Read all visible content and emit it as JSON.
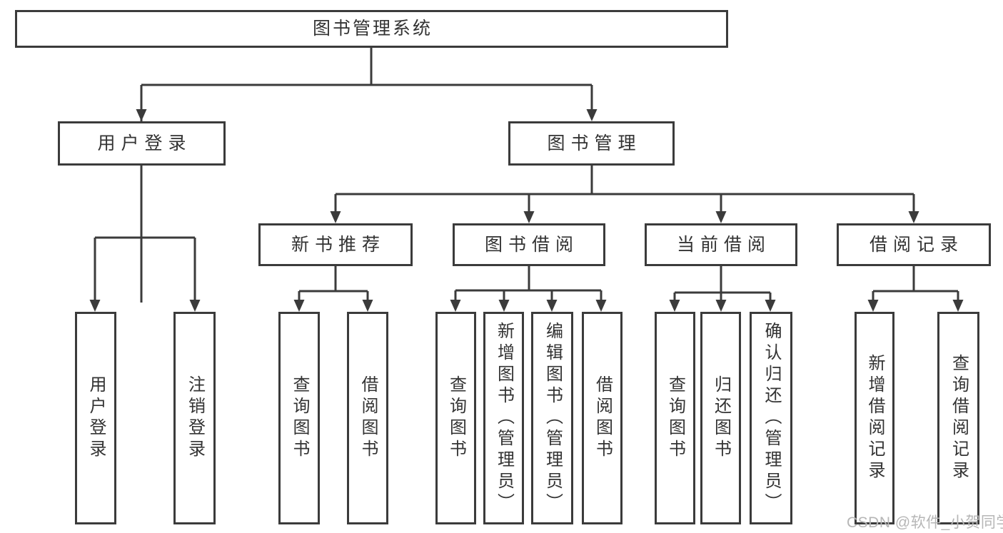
{
  "diagram": {
    "title": "图书管理系统",
    "level2": [
      "用户登录",
      "图书管理"
    ],
    "level3": [
      "新书推荐",
      "图书借阅",
      "当前借阅",
      "借阅记录"
    ],
    "leaves": {
      "user_login": [
        "用户登录",
        "注销登录"
      ],
      "new_book": [
        "查询图书",
        "借阅图书"
      ],
      "book_borrow": [
        "查询图书",
        "新增图书（管理员）",
        "编辑图书（管理员）",
        "借阅图书"
      ],
      "current_borrow": [
        "查询图书",
        "归还图书",
        "确认归还（管理员）"
      ],
      "borrow_record": [
        "新增借阅记录",
        "查询借阅记录"
      ]
    }
  },
  "watermark": "CSDN @软件_小贺同学",
  "colors": {
    "line": "#3b3b3b",
    "text": "#333333",
    "watermark": "#b6b6b6",
    "background": "#ffffff"
  }
}
